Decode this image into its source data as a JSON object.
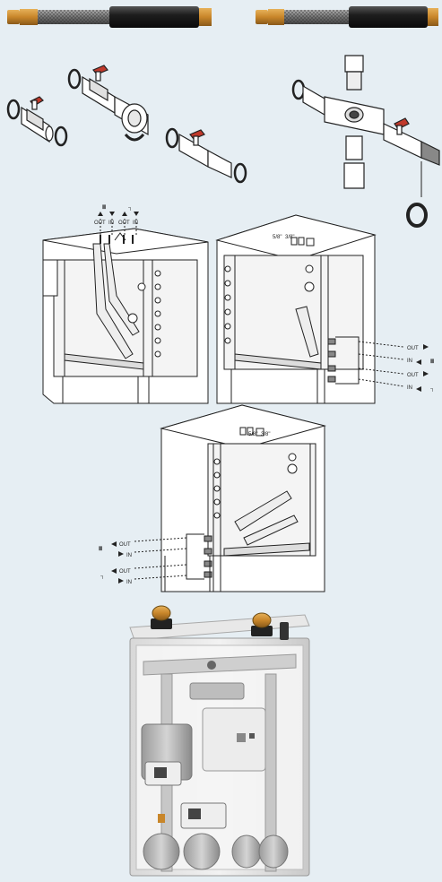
{
  "colors": {
    "background": "#e6eef3",
    "hose_black": "#1e1e1e",
    "brass": "#c8862a",
    "line": "#2a2a2a"
  },
  "heating_symbol": "Ⅲ",
  "dhw_symbol": "┐",
  "labels": {
    "top_left": {
      "out": "OUT",
      "in": "IN"
    },
    "right": {
      "out": "OUT",
      "in": "IN"
    },
    "size_a": "5/8\"",
    "size_b": "3/8\""
  }
}
